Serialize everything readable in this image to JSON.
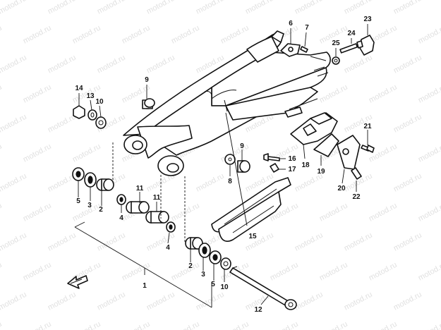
{
  "watermark": {
    "text": "motod.ru",
    "color": "#c8c8c8"
  },
  "callouts": [
    {
      "id": "c1",
      "label": "1"
    },
    {
      "id": "c2a",
      "label": "2"
    },
    {
      "id": "c2b",
      "label": "2"
    },
    {
      "id": "c3a",
      "label": "3"
    },
    {
      "id": "c3b",
      "label": "3"
    },
    {
      "id": "c4a",
      "label": "4"
    },
    {
      "id": "c4b",
      "label": "4"
    },
    {
      "id": "c5a",
      "label": "5"
    },
    {
      "id": "c5b",
      "label": "5"
    },
    {
      "id": "c6",
      "label": "6"
    },
    {
      "id": "c7",
      "label": "7"
    },
    {
      "id": "c8",
      "label": "8"
    },
    {
      "id": "c9a",
      "label": "9"
    },
    {
      "id": "c9b",
      "label": "9"
    },
    {
      "id": "c10a",
      "label": "10"
    },
    {
      "id": "c10b",
      "label": "10"
    },
    {
      "id": "c11a",
      "label": "11"
    },
    {
      "id": "c11b",
      "label": "11"
    },
    {
      "id": "c12",
      "label": "12"
    },
    {
      "id": "c13",
      "label": "13"
    },
    {
      "id": "c14",
      "label": "14"
    },
    {
      "id": "c15",
      "label": "15"
    },
    {
      "id": "c16",
      "label": "16"
    },
    {
      "id": "c17",
      "label": "17"
    },
    {
      "id": "c18",
      "label": "18"
    },
    {
      "id": "c19",
      "label": "19"
    },
    {
      "id": "c20",
      "label": "20"
    },
    {
      "id": "c21",
      "label": "21"
    },
    {
      "id": "c22",
      "label": "22"
    },
    {
      "id": "c23",
      "label": "23"
    },
    {
      "id": "c24",
      "label": "24"
    },
    {
      "id": "c25",
      "label": "25"
    }
  ],
  "icons": {
    "front_arrow": "front-direction-arrow-icon"
  }
}
